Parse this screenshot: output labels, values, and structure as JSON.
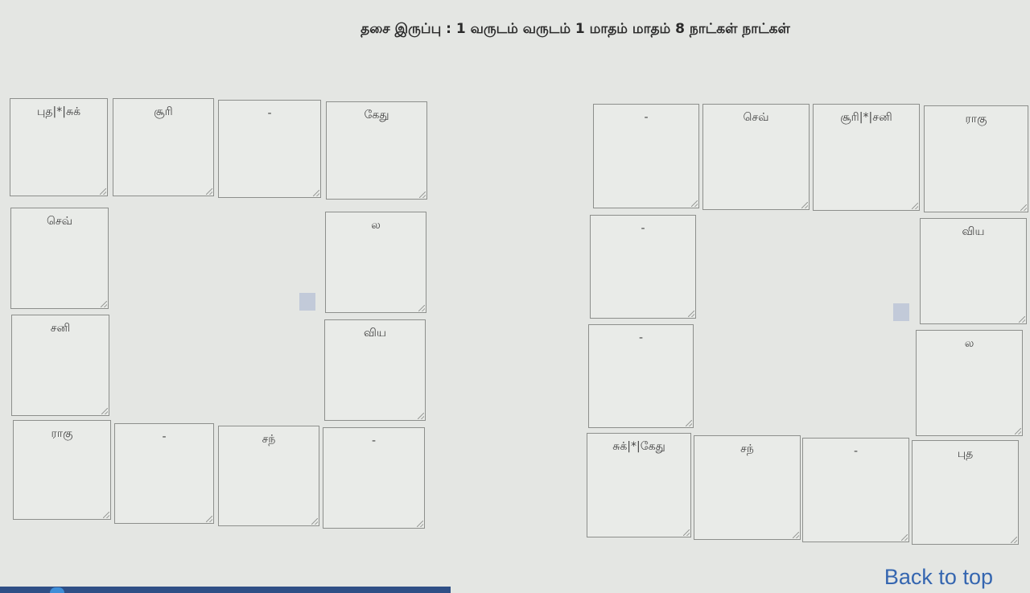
{
  "heading": "தசை இருப்பு : 1 வருடம் வருடம் 1 மாதம் மாதம் 8 நாட்கள் நாட்கள்",
  "chart_left": {
    "cells": [
      "புத|*|சுக்",
      "சூரி",
      "-",
      "கேது",
      "செவ்",
      "ல",
      "சனி",
      "விய",
      "ராகு",
      "-",
      "சந்",
      "-"
    ]
  },
  "chart_right": {
    "cells": [
      "-",
      "செவ்",
      "சூரி|*|சனி",
      "ராகு",
      "-",
      "விய",
      "-",
      "ல",
      "சுக்|*|கேது",
      "சந்",
      "-",
      "புத"
    ]
  },
  "back_to_top": "Back to top"
}
